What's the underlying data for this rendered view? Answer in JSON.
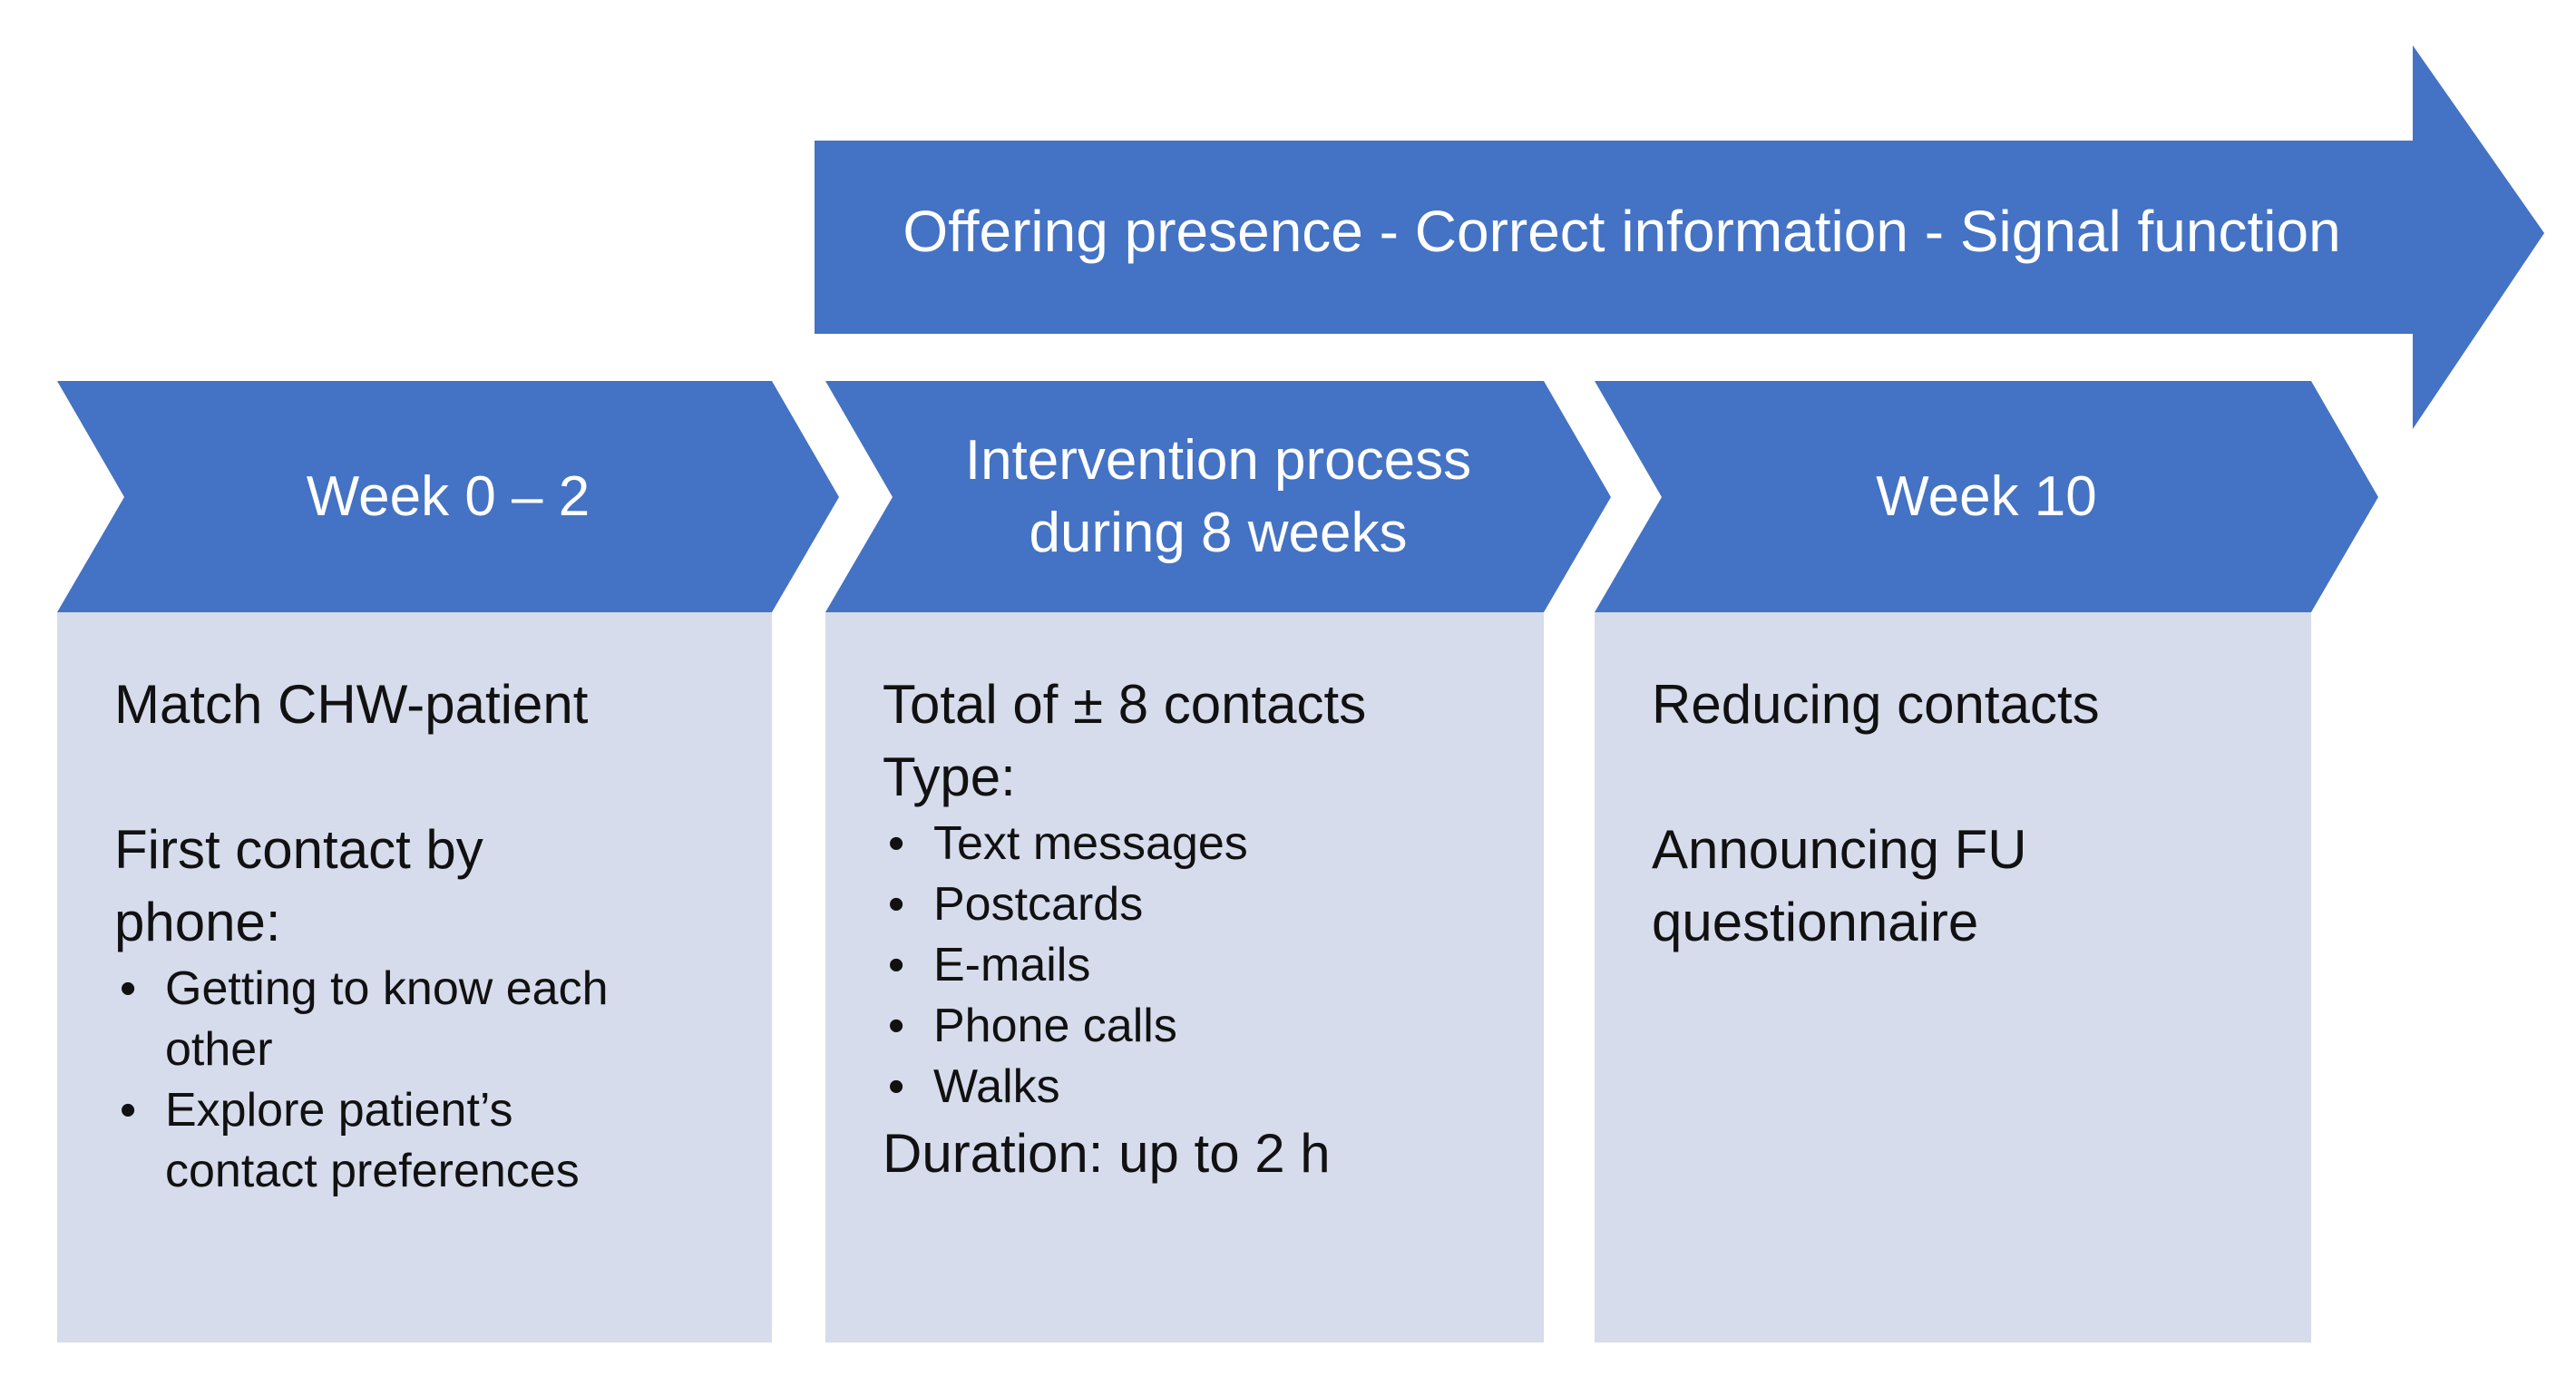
{
  "colors": {
    "shape_blue": "#4472C4",
    "box_fill": "#D6DCEC",
    "title_text": "#FFFFFF",
    "body_text": "#111111"
  },
  "banner": {
    "label": "Offering presence - Correct information - Signal function"
  },
  "phases": [
    {
      "title": [
        "Week 0 – 2"
      ],
      "lead": "Match CHW-patient",
      "section_heading": "First contact by phone:",
      "bullets": [
        "Getting to know each other",
        "Explore patient’s contact preferences"
      ]
    },
    {
      "title": [
        "Intervention process",
        "during 8 weeks"
      ],
      "lead": "Total of ± 8 contacts",
      "type_label": "Type:",
      "bullets": [
        "Text messages",
        "Postcards",
        "E-mails",
        "Phone calls",
        "Walks"
      ],
      "footer": "Duration: up to 2 h"
    },
    {
      "title": [
        "Week 10"
      ],
      "lead": "Reducing contacts",
      "section_heading": "Announcing FU questionnaire"
    }
  ]
}
